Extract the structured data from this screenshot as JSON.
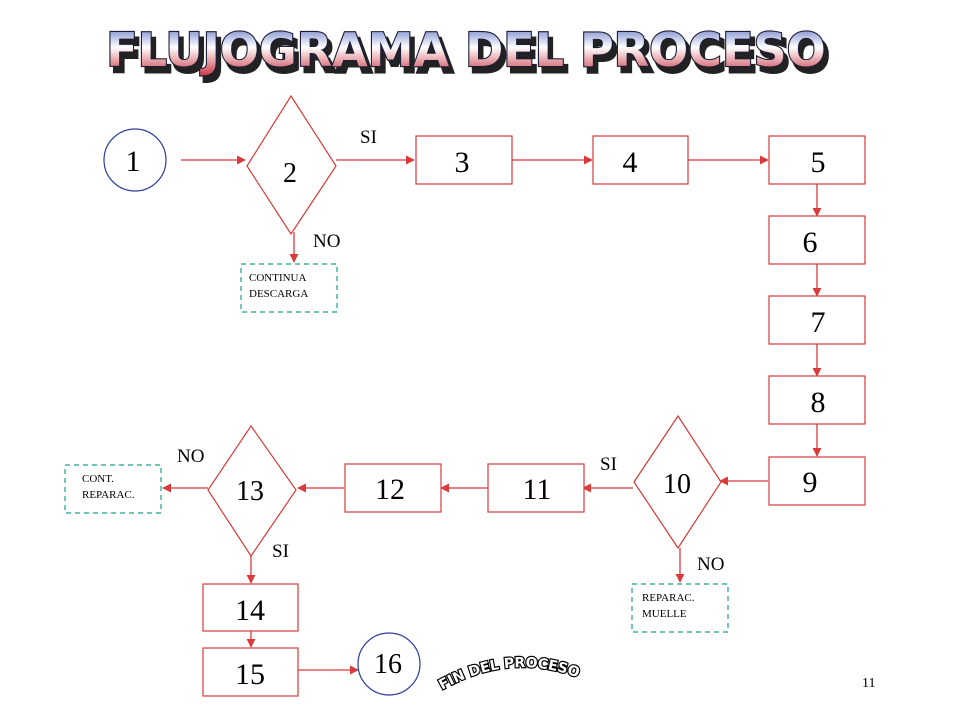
{
  "title": "FLUJOGRAMA DEL PROCESO",
  "end_label": "FIN DEL PROCESO",
  "page_number": "11",
  "nodes": {
    "n1": "1",
    "n2": "2",
    "n3": "3",
    "n4": "4",
    "n5": "5",
    "n6": "6",
    "n7": "7",
    "n8": "8",
    "n9": "9",
    "n10": "10",
    "n11": "11",
    "n12": "12",
    "n13": "13",
    "n14": "14",
    "n15": "15",
    "n16": "16"
  },
  "notes": {
    "continua_line1": "CONTINUA",
    "continua_line2": "DESCARGA",
    "reparac_muelle_line1": "REPARAC.",
    "reparac_muelle_line2": "MUELLE",
    "cont_reparac_line1": "CONT.",
    "cont_reparac_line2": "REPARAC."
  },
  "edge_labels": {
    "d2_yes": "SI",
    "d2_no": "NO",
    "d10_yes": "SI",
    "d10_no": "NO",
    "d13_no": "NO",
    "d13_yes": "SI"
  },
  "colors": {
    "box_border": "#d93a3a",
    "arrow": "#d93a3a",
    "circle_border": "#2a3c9e",
    "dashed_border": "#1aa08e",
    "title_fill": "#c44650"
  }
}
